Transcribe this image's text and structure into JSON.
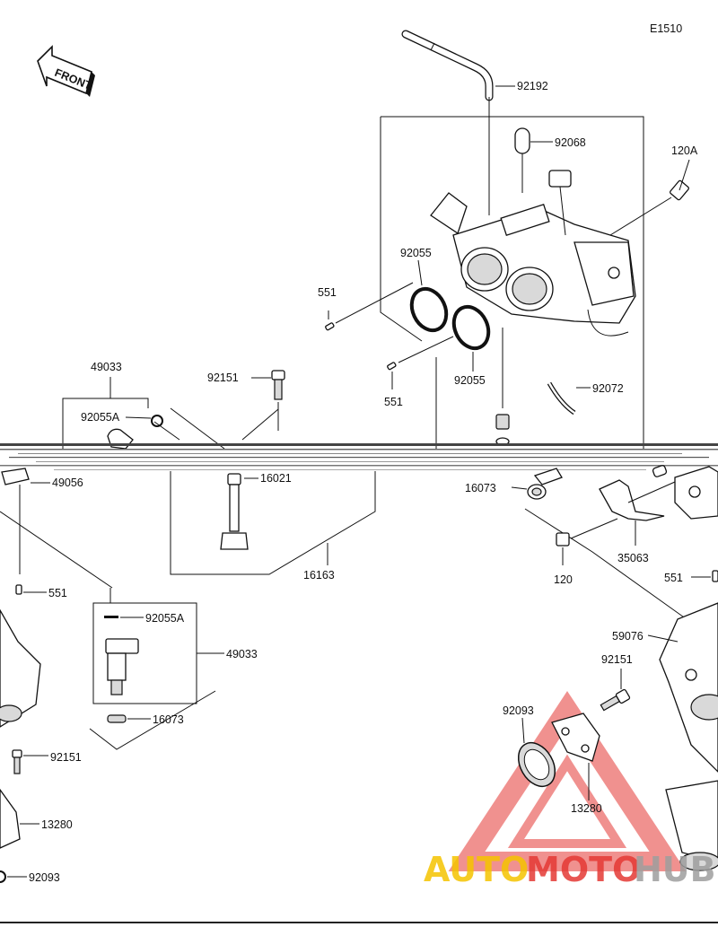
{
  "diagram": {
    "code": "E1510",
    "front_label": "FRONT",
    "labels": {
      "p92192": "92192",
      "p92068": "92068",
      "p120A": "120A",
      "p92055_top": "92055",
      "p551_left": "551",
      "p92055_low": "92055",
      "p551_mid": "551",
      "p92072": "92072",
      "p49033_top": "49033",
      "p92151_top": "92151",
      "p92055A_top": "92055A",
      "p49056": "49056",
      "p16021": "16021",
      "p16073_right": "16073",
      "p16163": "16163",
      "p35063": "35063",
      "p120": "120",
      "p551_right": "551",
      "p551_lower_left": "551",
      "p92055A_box": "92055A",
      "p49033_box": "49033",
      "p59076": "59076",
      "p92151_right": "92151",
      "p16073_low": "16073",
      "p92093_right": "92093",
      "p92151_left": "92151",
      "p13280_right": "13280",
      "p13280_left": "13280",
      "p92093_left": "92093"
    }
  },
  "watermark": {
    "text_a": "AUTO",
    "text_b": "MOTO",
    "text_c": "HUB",
    "color_a": "#f5c400",
    "color_b": "#e53935",
    "color_c": "#9e9e9e"
  }
}
